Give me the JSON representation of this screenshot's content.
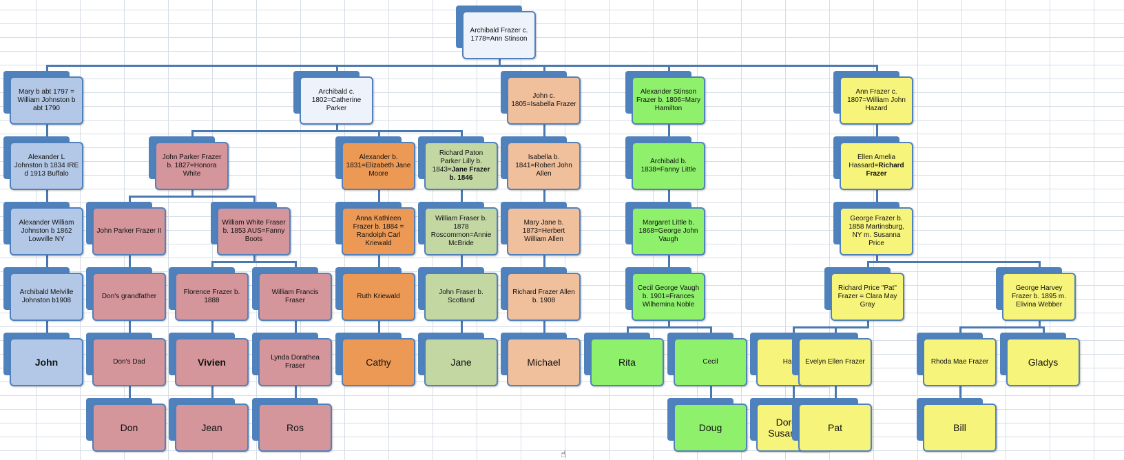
{
  "window": {
    "title": "Frazer family tree worksheet"
  },
  "colors": {
    "connector": "#4a78b0",
    "node_tab": "#4f81bd",
    "root": "#eef3fb",
    "blue": "#b3c8e6",
    "rose": "#d4959b",
    "orange": "#ec9955",
    "sage": "#c3d7a3",
    "peach": "#f0bf9c",
    "green": "#8ff06c",
    "yellow": "#f6f47a"
  },
  "nodes": [
    {
      "id": "root",
      "text": "Archibald Frazer c. 1778=Ann Stinson",
      "color": "root"
    },
    {
      "id": "mary",
      "text": "Mary b abt 1797 = William Johnston b abt 1790",
      "color": "blue"
    },
    {
      "id": "archibald_c1802",
      "text": "Archibald c. 1802=Catherine Parker",
      "color": "root"
    },
    {
      "id": "john_c1805",
      "text": "John c. 1805=Isabella Frazer",
      "color": "peach"
    },
    {
      "id": "alexander_stinson",
      "text": "Alexander Stinson Frazer b. 1806=Mary Hamilton",
      "color": "green"
    },
    {
      "id": "ann_frazer",
      "text": "Ann Frazer c. 1807=William John Hazard",
      "color": "yellow"
    },
    {
      "id": "alexander_l",
      "text": "Alexander L Johnston b 1834 IRE d 1913 Buffalo",
      "color": "blue"
    },
    {
      "id": "john_parker",
      "text": "John Parker Frazer b. 1827=Honora White",
      "color": "rose"
    },
    {
      "id": "alexander_1831",
      "text": "Alexander b. 1831=Elizabeth Jane Moore",
      "color": "orange"
    },
    {
      "id": "richard_paton",
      "text": "Richard Paton Parker Lilly b. 1843=",
      "bold_text": "Jane Frazer b. 1846",
      "color": "sage"
    },
    {
      "id": "isabella",
      "text": "Isabella b. 1841=Robert John Allen",
      "color": "peach"
    },
    {
      "id": "archibald_1838",
      "text": "Archibald b. 1838=Fanny Little",
      "color": "green"
    },
    {
      "id": "ellen_amelia",
      "text": "Ellen Amelia Hassard=",
      "bold_text": "Richard Frazer",
      "color": "yellow"
    },
    {
      "id": "alexander_william",
      "text": "Alexander William Johnston b 1862 Lowville NY",
      "color": "blue"
    },
    {
      "id": "john_parker_ii",
      "text": "John Parker Frazer II",
      "color": "rose"
    },
    {
      "id": "william_white",
      "text": "William White Fraser b. 1853 AUS=Fanny Boots",
      "color": "rose"
    },
    {
      "id": "anna_kathleen",
      "text": "Anna Kathleen Frazer b. 1884  = Randolph Carl Kriewald",
      "color": "orange"
    },
    {
      "id": "william_fraser",
      "text": "William Fraser b. 1878 Roscommon=Annie McBride",
      "color": "sage"
    },
    {
      "id": "mary_jane",
      "text": "Mary Jane b. 1873=Herbert William Allen",
      "color": "peach"
    },
    {
      "id": "margaret_little",
      "text": "Margaret Little b. 1868=George John Vaugh",
      "color": "green"
    },
    {
      "id": "george_frazer",
      "text": "George Frazer b. 1858 Martinsburg, NY m. Susanna Price",
      "color": "yellow"
    },
    {
      "id": "archibald_melville",
      "text": "Archibald Melville Johnston b1908",
      "color": "blue"
    },
    {
      "id": "dons_grandfather",
      "text": "Don's grandfather",
      "color": "rose"
    },
    {
      "id": "florence",
      "text": "Florence Frazer b. 1888",
      "color": "rose"
    },
    {
      "id": "william_francis",
      "text": "William Francis Fraser",
      "color": "rose"
    },
    {
      "id": "ruth",
      "text": "Ruth Kriewald",
      "color": "orange"
    },
    {
      "id": "john_fraser",
      "text": "John Fraser b. Scotland",
      "color": "sage"
    },
    {
      "id": "richard_allen",
      "text": "Richard Frazer Allen b. 1908",
      "color": "peach"
    },
    {
      "id": "cecil_george",
      "text": "Cecil George Vaugh b. 1901=Frances Wilhemina Noble",
      "color": "green"
    },
    {
      "id": "richard_price",
      "text": "Richard Price \"Pat\" Frazer = Clara May Gray",
      "color": "yellow"
    },
    {
      "id": "george_harvey",
      "text": "George Harvey Frazer b. 1895  m. Elivina Webber",
      "color": "yellow"
    },
    {
      "id": "john",
      "text": "John",
      "color": "blue"
    },
    {
      "id": "dons_dad",
      "text": "Don's Dad",
      "color": "rose"
    },
    {
      "id": "vivien",
      "text": "Vivien",
      "color": "rose"
    },
    {
      "id": "lynda",
      "text": "Lynda Dorathea Fraser",
      "color": "rose"
    },
    {
      "id": "cathy",
      "text": "Cathy",
      "color": "orange"
    },
    {
      "id": "jane",
      "text": "Jane",
      "color": "sage"
    },
    {
      "id": "michael",
      "text": "Michael",
      "color": "peach"
    },
    {
      "id": "rita",
      "text": "Rita",
      "color": "green"
    },
    {
      "id": "cecil",
      "text": "Cecil",
      "color": "green"
    },
    {
      "id": "harold",
      "text": "Harold",
      "color": "yellow"
    },
    {
      "id": "evelyn",
      "text": "Evelyn Ellen Frazer",
      "color": "yellow"
    },
    {
      "id": "rhoda",
      "text": "Rhoda Mae Frazer",
      "color": "yellow"
    },
    {
      "id": "gladys",
      "text": "Gladys",
      "color": "yellow"
    },
    {
      "id": "don",
      "text": "Don",
      "color": "rose"
    },
    {
      "id": "jean",
      "text": "Jean",
      "color": "rose"
    },
    {
      "id": "ros",
      "text": "Ros",
      "color": "rose"
    },
    {
      "id": "doug",
      "text": "Doug",
      "color": "green"
    },
    {
      "id": "doreen",
      "text": "Doreen, Susan, Ken",
      "color": "yellow"
    },
    {
      "id": "pat",
      "text": "Pat",
      "color": "yellow"
    },
    {
      "id": "bill",
      "text": "Bill",
      "color": "yellow"
    }
  ],
  "edges": [
    [
      "root",
      "mary"
    ],
    [
      "root",
      "archibald_c1802"
    ],
    [
      "root",
      "john_c1805"
    ],
    [
      "root",
      "alexander_stinson"
    ],
    [
      "root",
      "ann_frazer"
    ],
    [
      "mary",
      "alexander_l"
    ],
    [
      "alexander_l",
      "alexander_william"
    ],
    [
      "alexander_william",
      "archibald_melville"
    ],
    [
      "archibald_melville",
      "john"
    ],
    [
      "archibald_c1802",
      "john_parker"
    ],
    [
      "archibald_c1802",
      "alexander_1831"
    ],
    [
      "archibald_c1802",
      "richard_paton"
    ],
    [
      "john_parker",
      "john_parker_ii"
    ],
    [
      "john_parker",
      "william_white"
    ],
    [
      "john_parker_ii",
      "dons_grandfather"
    ],
    [
      "dons_grandfather",
      "dons_dad"
    ],
    [
      "dons_dad",
      "don"
    ],
    [
      "william_white",
      "florence"
    ],
    [
      "william_white",
      "william_francis"
    ],
    [
      "florence",
      "vivien"
    ],
    [
      "vivien",
      "jean"
    ],
    [
      "william_francis",
      "lynda"
    ],
    [
      "lynda",
      "ros"
    ],
    [
      "alexander_1831",
      "anna_kathleen"
    ],
    [
      "anna_kathleen",
      "ruth"
    ],
    [
      "ruth",
      "cathy"
    ],
    [
      "richard_paton",
      "william_fraser"
    ],
    [
      "william_fraser",
      "john_fraser"
    ],
    [
      "john_fraser",
      "jane"
    ],
    [
      "john_c1805",
      "isabella"
    ],
    [
      "isabella",
      "mary_jane"
    ],
    [
      "mary_jane",
      "richard_allen"
    ],
    [
      "richard_allen",
      "michael"
    ],
    [
      "alexander_stinson",
      "archibald_1838"
    ],
    [
      "archibald_1838",
      "margaret_little"
    ],
    [
      "margaret_little",
      "cecil_george"
    ],
    [
      "cecil_george",
      "rita"
    ],
    [
      "cecil_george",
      "cecil"
    ],
    [
      "cecil",
      "doug"
    ],
    [
      "ann_frazer",
      "ellen_amelia"
    ],
    [
      "ellen_amelia",
      "george_frazer"
    ],
    [
      "george_frazer",
      "richard_price"
    ],
    [
      "george_frazer",
      "george_harvey"
    ],
    [
      "richard_price",
      "harold"
    ],
    [
      "richard_price",
      "evelyn"
    ],
    [
      "harold",
      "doreen"
    ],
    [
      "evelyn",
      "pat"
    ],
    [
      "george_harvey",
      "rhoda"
    ],
    [
      "george_harvey",
      "gladys"
    ],
    [
      "rhoda",
      "bill"
    ]
  ]
}
